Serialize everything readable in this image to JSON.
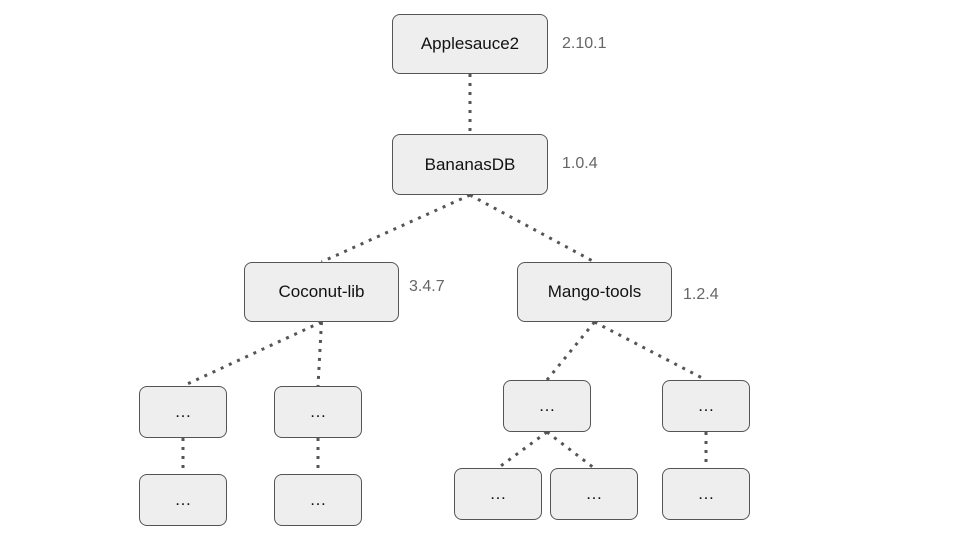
{
  "nodes": {
    "applesauce": {
      "label": "Applesauce2",
      "version": "2.10.1"
    },
    "bananasdb": {
      "label": "BananasDB",
      "version": "1.0.4"
    },
    "coconut": {
      "label": "Coconut-lib",
      "version": "3.4.7"
    },
    "mango": {
      "label": "Mango-tools",
      "version": "1.2.4"
    },
    "c1": {
      "label": "…"
    },
    "c2": {
      "label": "…"
    },
    "c1a": {
      "label": "…"
    },
    "c2a": {
      "label": "…"
    },
    "m1": {
      "label": "…"
    },
    "m2": {
      "label": "…"
    },
    "m1a": {
      "label": "…"
    },
    "m1b": {
      "label": "…"
    },
    "m2a": {
      "label": "…"
    }
  },
  "edges": [
    [
      "applesauce",
      "bananasdb"
    ],
    [
      "bananasdb",
      "coconut"
    ],
    [
      "bananasdb",
      "mango"
    ],
    [
      "coconut",
      "c1"
    ],
    [
      "coconut",
      "c2"
    ],
    [
      "c1",
      "c1a"
    ],
    [
      "c2",
      "c2a"
    ],
    [
      "mango",
      "m1"
    ],
    [
      "mango",
      "m2"
    ],
    [
      "m1",
      "m1a"
    ],
    [
      "m1",
      "m1b"
    ],
    [
      "m2",
      "m2a"
    ]
  ],
  "colors": {
    "node_fill": "#eeeeee",
    "node_border": "#555555",
    "edge": "#555555",
    "version_text": "#666666"
  }
}
